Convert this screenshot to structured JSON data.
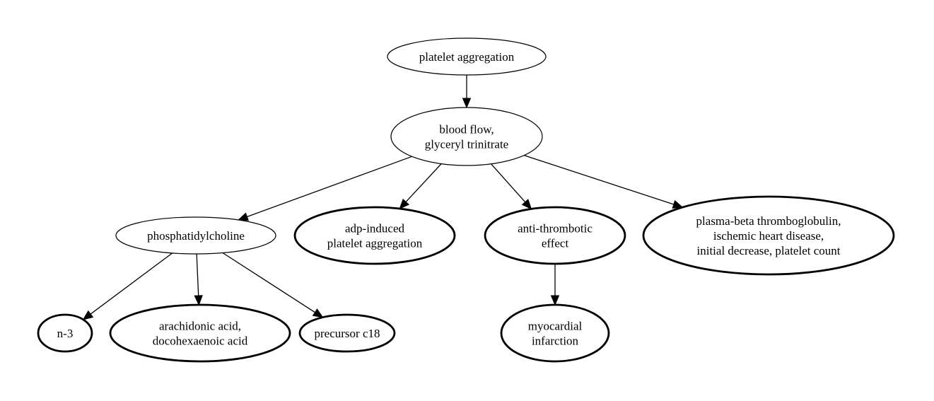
{
  "diagram": {
    "nodes": [
      {
        "id": "platelet-aggregation",
        "lines": [
          "platelet aggregation"
        ],
        "bold": false
      },
      {
        "id": "blood-flow",
        "lines": [
          "blood flow,",
          "glyceryl trinitrate"
        ],
        "bold": false
      },
      {
        "id": "phosphatidylcholine",
        "lines": [
          "phosphatidylcholine"
        ],
        "bold": false
      },
      {
        "id": "adp-induced",
        "lines": [
          "adp-induced",
          "platelet aggregation"
        ],
        "bold": true
      },
      {
        "id": "anti-thrombotic",
        "lines": [
          "anti-thrombotic",
          "effect"
        ],
        "bold": true
      },
      {
        "id": "plasma-beta",
        "lines": [
          "plasma-beta thromboglobulin,",
          "ischemic heart disease,",
          "initial decrease, platelet count"
        ],
        "bold": true
      },
      {
        "id": "n-3",
        "lines": [
          "n-3"
        ],
        "bold": true
      },
      {
        "id": "arachidonic",
        "lines": [
          "arachidonic acid,",
          "docohexaenoic acid"
        ],
        "bold": true
      },
      {
        "id": "precursor",
        "lines": [
          "precursor c18"
        ],
        "bold": true
      },
      {
        "id": "myocardial",
        "lines": [
          "myocardial",
          "infarction"
        ],
        "bold": true
      }
    ],
    "edges": [
      {
        "from": "platelet-aggregation",
        "to": "blood-flow"
      },
      {
        "from": "blood-flow",
        "to": "phosphatidylcholine"
      },
      {
        "from": "blood-flow",
        "to": "adp-induced"
      },
      {
        "from": "blood-flow",
        "to": "anti-thrombotic"
      },
      {
        "from": "blood-flow",
        "to": "plasma-beta"
      },
      {
        "from": "phosphatidylcholine",
        "to": "n-3"
      },
      {
        "from": "phosphatidylcholine",
        "to": "arachidonic"
      },
      {
        "from": "phosphatidylcholine",
        "to": "precursor"
      },
      {
        "from": "anti-thrombotic",
        "to": "myocardial"
      }
    ]
  }
}
